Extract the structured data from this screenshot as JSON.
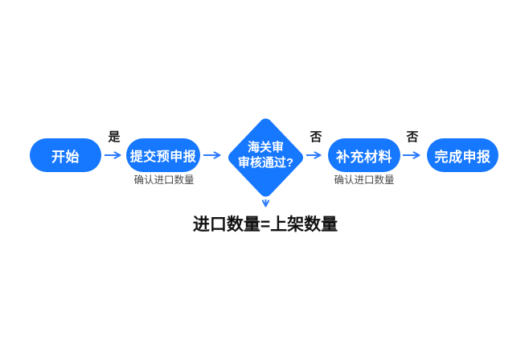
{
  "flowchart": {
    "title_none": "",
    "colors": {
      "background": "#ffffff",
      "node_fill": "#1677ff",
      "node_text": "#ffffff",
      "arrow": "#2c7bfe",
      "edge_label_text": "#1a1a1a",
      "note_text": "#4a4a4a",
      "footnote_text": "#111111"
    },
    "nodes": {
      "start": {
        "label": "开始",
        "shape": "pill"
      },
      "submit": {
        "label": "提交预申报",
        "shape": "pill",
        "note": "确认进口数量"
      },
      "decision": {
        "label_line1": "海关审",
        "label_line2": "审核通过?",
        "shape": "diamond"
      },
      "supplement": {
        "label": "补充材料",
        "shape": "pill",
        "note": "确认进口数量"
      },
      "finish": {
        "label": "完成申报",
        "shape": "pill"
      }
    },
    "edges": {
      "start_to_submit_label": "是",
      "decision_to_supplement_label": "否",
      "supplement_to_finish_label": "否"
    },
    "footnote": "进口数量=上架数量"
  }
}
